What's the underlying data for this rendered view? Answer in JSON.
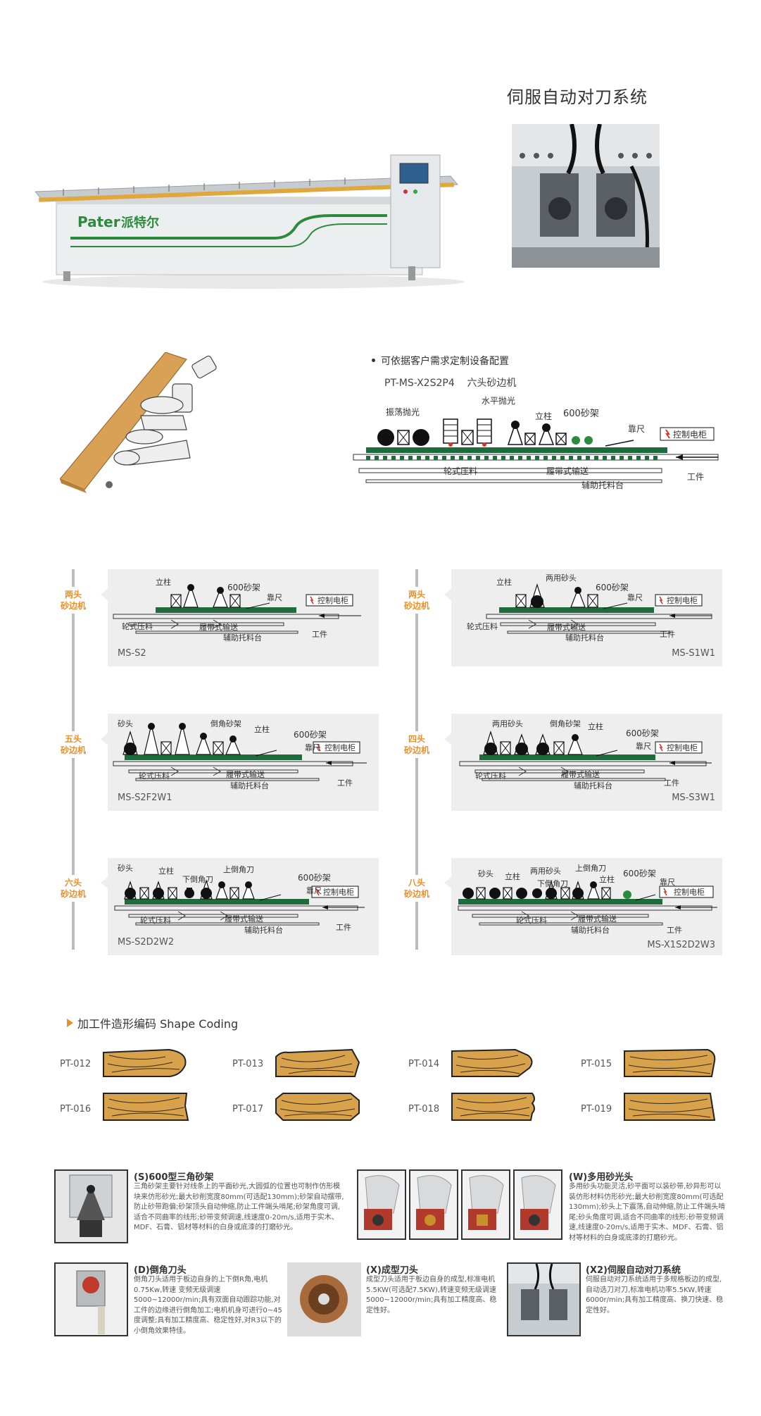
{
  "top": {
    "servo_title": "伺服自动对刀系统",
    "brand_en": "Pater",
    "brand_cn": "派特尔"
  },
  "config": {
    "bullet_text": "可依据客户需求定制设备配置",
    "model_line": "PT-MS-X2S2P4    六头砂边机",
    "labels": {
      "vibrate": "振荡抛光",
      "horizontal": "水平抛光",
      "column": "立柱",
      "frame600": "600砂架",
      "ruler": "靠尺",
      "cabinet": "控制电柜",
      "wheel": "轮式压料",
      "belt": "履带式输送",
      "support": "辅助托料台",
      "workpiece": "工件"
    }
  },
  "grid": {
    "common": {
      "column": "立柱",
      "frame600": "600砂架",
      "ruler": "靠尺",
      "cabinet": "控制电柜",
      "wheel": "轮式压料",
      "belt": "履带式输送",
      "support": "辅助托料台",
      "workpiece": "工件",
      "sand_head": "砂头",
      "dual_sand": "两用砂头",
      "chamfer_frame": "倒角砂架",
      "lower_chamfer": "下倒角刀",
      "upper_chamfer": "上倒角刀"
    },
    "panels": [
      {
        "side": "两头\n砂边机",
        "model": "MS-S2"
      },
      {
        "side": "两头\n砂边机",
        "model": "MS-S1W1"
      },
      {
        "side": "五头\n砂边机",
        "model": "MS-S2F2W1"
      },
      {
        "side": "四头\n砂边机",
        "model": "MS-S3W1"
      },
      {
        "side": "六头\n砂边机",
        "model": "MS-S2D2W2"
      },
      {
        "side": "八头\n砂边机",
        "model": "MS-X1S2D2W3"
      }
    ]
  },
  "shape_coding": {
    "title": "加工件造形编码 Shape Coding",
    "items": [
      "PT-012",
      "PT-013",
      "PT-014",
      "PT-015",
      "PT-016",
      "PT-017",
      "PT-018",
      "PT-019"
    ]
  },
  "features": {
    "s": {
      "title": "(S)600型三角砂架",
      "text": "三角砂架主要针对线条上的平面砂光,大圆弧的位置也可制作仿形模块来仿形砂光;最大砂削宽度80mm(可选配130mm);砂架自动摆带,防止砂带跑偏;砂架顶头自动伸缩,防止工件端头啃尾;砂架角度可调,适合不同曲率的线形;砂带变频调速,线速度0-20m/s,适用于实木、MDF、石膏、铝材等材料的白身或底漆的打磨砂光。"
    },
    "w": {
      "title": "(W)多用砂光头",
      "text": "多用砂头功能灵活,砂平面可以装砂带,砂异形可以装仿形材料仿形砂光;最大砂削宽度80mm(可选配130mm);砂头上下震荡,自动伸缩,防止工件端头啃尾;砂头角度可调,适合不同曲率的线形;砂带变频调速,线速度0-20m/s,适用于实木、MDF、石膏、铝材等材料的白身或底漆的打磨砂光。"
    },
    "d": {
      "title": "(D)倒角刀头",
      "text": "倒角刀头适用于板边自身的上下倒R角,电机0.75Kw,转速 变频无级调速5000~12000r/min;具有双面自动跟踪功能,对工件的边缘进行倒角加工;电机机身可进行0~45度调整;具有加工精度高、稳定性好,对R3以下的小倒角效果特佳。"
    },
    "x": {
      "title": "(X)成型刀头",
      "text": "成型刀头适用于板边自身的成型,标准电机5.5KW(可选配7.5KW),转速变频无级调速5000~12000r/min;具有加工精度高、稳定性好。"
    },
    "x2": {
      "title": "(X2)伺服自动对刀系统",
      "text": "伺服自动对刀系统适用于多规格板边的成型,自动选刀对刀,标准电机功率5.5KW,转速6000r/min;具有加工精度高、换刀快速、稳定性好。"
    }
  },
  "colors": {
    "accent_orange": "#e6902e",
    "belt_green": "#1f6b3b",
    "cabinet_red": "#d6332a",
    "wood": "#d8a24c",
    "panel_bg": "#eeeeee"
  }
}
